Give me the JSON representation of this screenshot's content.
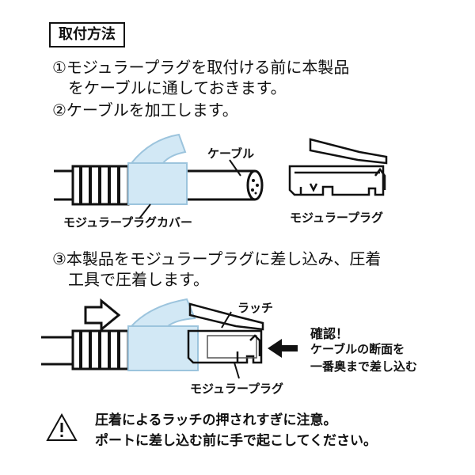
{
  "section_title": "取付方法",
  "steps": [
    {
      "line1": "①モジュラープラグを取付ける前に本製品",
      "line2": "をケーブルに通しておきます。"
    },
    {
      "line1": "②ケーブルを加工します。",
      "line2": ""
    },
    {
      "line1": "③本製品をモジュラープラグに差し込み、圧着",
      "line2": "工具で圧着します。"
    }
  ],
  "figure1": {
    "cable_label": "ケーブル",
    "cover_label": "モジュラープラグカバー",
    "plug_label": "モジュラープラグ"
  },
  "figure2": {
    "latch_label": "ラッチ",
    "check_title": "確認！",
    "check_line1": "ケーブルの断面を",
    "check_line2": "一番奥まで差し込む",
    "plug_label": "モジュラープラグ"
  },
  "caution": {
    "line1": "圧着によるラッチの押されすぎに注意。",
    "line2": "ポートに差し込む前に手で起こしてください。",
    "icon": "warning-triangle-icon"
  }
}
